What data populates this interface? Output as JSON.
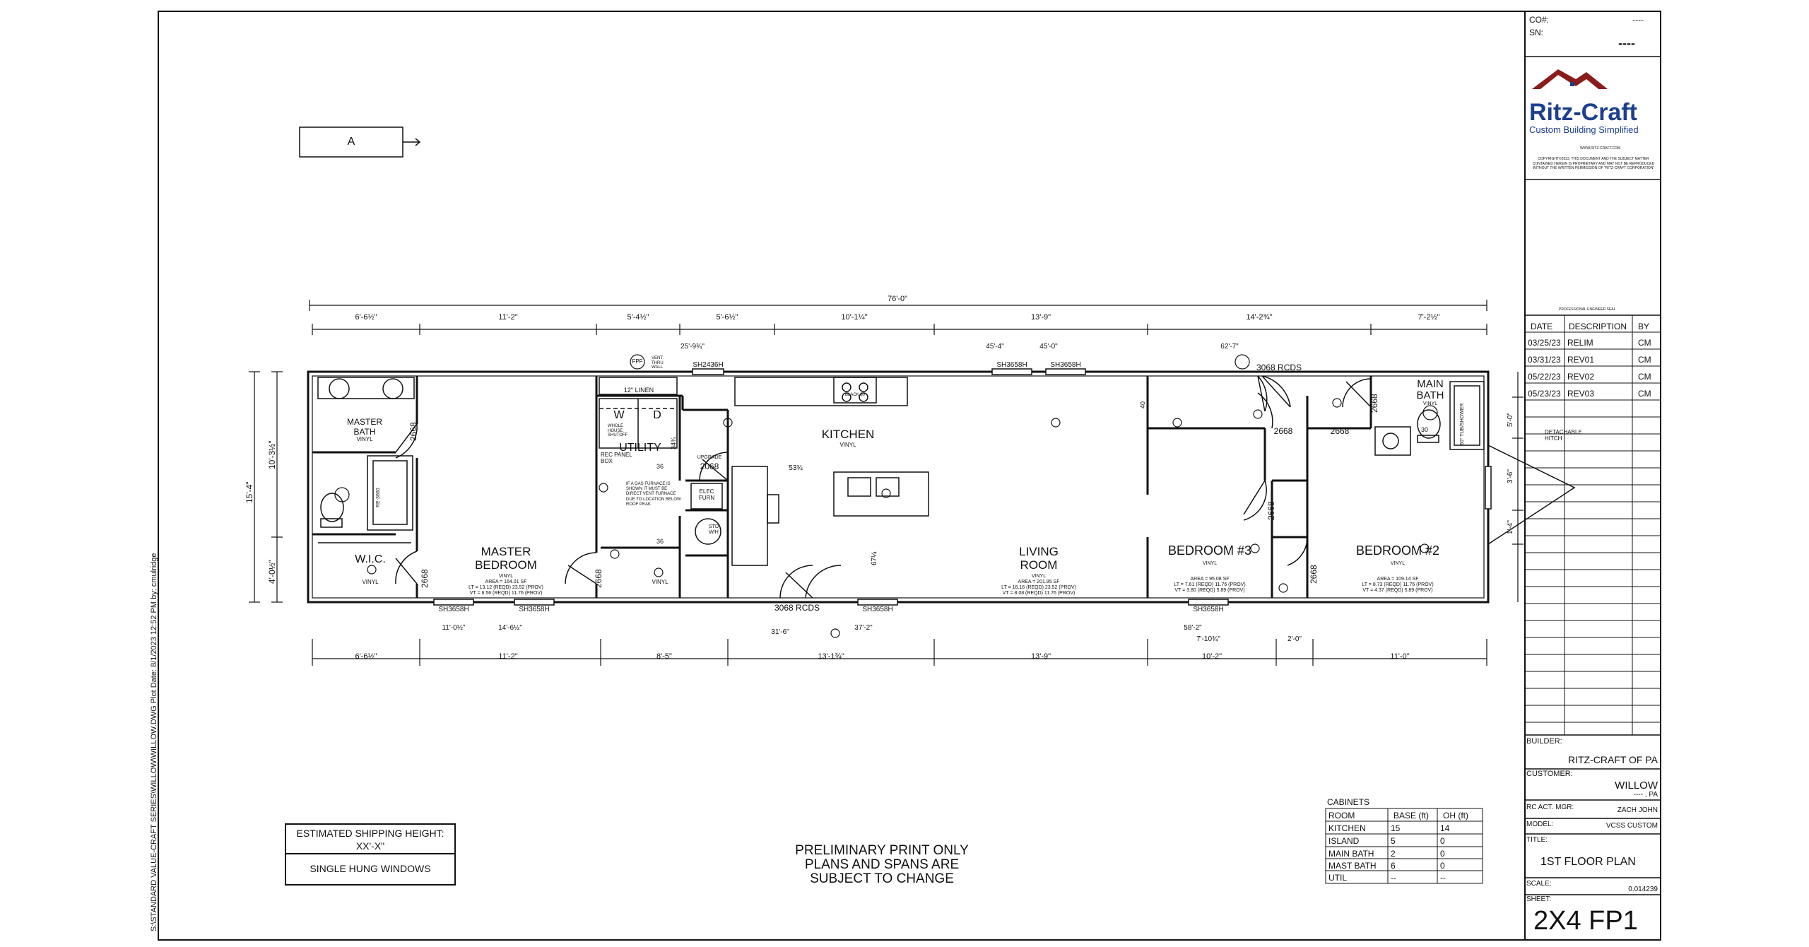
{
  "view_marker": "A",
  "overall_dimension": "76'-0\"",
  "top_dimensions": [
    "6'-6½\"",
    "11'-2\"",
    "5'-4½\"",
    "5'-6½\"",
    "10'-1¼\"",
    "13'-9\"",
    "14'-2¾\"",
    "7'-2½\""
  ],
  "bottom_dimensions": [
    "6'-6½\"",
    "11'-2\"",
    "8'-5\"",
    "13'-1¾\"",
    "13'-9\"",
    "10'-2\"",
    "11'-0\""
  ],
  "left_dimensions": {
    "total": "15'-4\"",
    "upper": "10'-3½\"",
    "lower": "4'-0½\""
  },
  "right_dimensions": [
    "5'-0\"",
    "3'-6\"",
    "1'-4\""
  ],
  "rooms": {
    "master_bath": {
      "name": "MASTER BATH",
      "floor": "VINYL"
    },
    "wic": {
      "name": "W.I.C.",
      "floor": "VINYL"
    },
    "master_bedroom": {
      "name": "MASTER BEDROOM",
      "floor": "VINYL",
      "area": "AREA = 164.01 SF",
      "lt": "LT = 13.12 (REQD) 23.52 (PROV)",
      "vt": "VT = 6.56 (REQD) 11.76 (PROV)"
    },
    "utility": {
      "name": "UTILITY",
      "floor": "VINYL",
      "linen": "12\" LINEN",
      "box": "REC PANEL BOX",
      "whole_house": "WHOLE HOUSE SHUTOFF",
      "note": "IF A GAS FURNACE IS SHOWN IT MUST BE DIRECT VENT FURNACE DUE TO LOCATION BELOW ROOF PEAK"
    },
    "kitchen": {
      "name": "KITCHEN",
      "floor": "VINYL"
    },
    "living_room": {
      "name": "LIVING ROOM",
      "floor": "VINYL",
      "area": "AREA = 201.95 SF",
      "lt": "LT = 16.16 (REQD) 23.52 (PROV)",
      "vt": "VT = 8.08 (REQD) 11.76 (PROV)"
    },
    "bedroom3": {
      "name": "BEDROOM #3",
      "floor": "VINYL",
      "area": "AREA = 95.08 SF",
      "lt": "LT = 7.61 (REQD) 11.76 (PROV)",
      "vt": "VT = 3.80 (REQD) 5.89 (PROV)"
    },
    "bedroom2": {
      "name": "BEDROOM #2",
      "floor": "VINYL",
      "area": "AREA = 109.14 SF",
      "lt": "LT = 8.73 (REQD) 11.76 (PROV)",
      "vt": "VT = 4.37 (REQD) 5.89 (PROV)"
    },
    "main_bath": {
      "name": "MAIN BATH",
      "floor": "VINYL"
    }
  },
  "annotations": {
    "fpf": "FPF",
    "vent": "VENT THRU WALL",
    "kitchen_window": "SH2436H",
    "living_windows": [
      "SH3658H",
      "SH3658H"
    ],
    "window_offsets_top": [
      "25'-9¾\"",
      "45'-4\"",
      "45'-0\"",
      "62'-7\""
    ],
    "front_door": "3068 RCDS",
    "rear_door": "3068 RCDS",
    "bottom_windows": [
      "SH3658H",
      "SH3658H",
      "SH3658H",
      "SH3658H"
    ],
    "bottom_offsets": [
      "11'-0½\"",
      "14'-6½\"",
      "31'-6\"",
      "37'-2\"",
      "58'-2\"",
      "7'-10¾\"",
      "2'-0\""
    ],
    "door_2668": "2668",
    "door_2068": "2068",
    "elec_furn": "ELEC FURN",
    "upgrade": "UPGRADE",
    "std_wh": "STD W/H",
    "dim_36": "36",
    "dim_40": "40",
    "dim_53": "53¾",
    "dim_67": "67¼",
    "dim_34": "34¾",
    "dim_30": "30",
    "hitch": "DETACHABLE HITCH",
    "re_3660": "RE-3660",
    "tub": "60\" TUB/SHOWER",
    "washer": "W",
    "dryer": "D",
    "black": "BLACK 30"
  },
  "left_vertical_text": "S:\\STANDARD VALUE-CRAFT SERIES\\WILLOW\\WILLOW.DWG  Plot Date: 8/1/2023 12:52 PM  by: cmulridge",
  "notes": {
    "shipping_label": "ESTIMATED SHIPPING HEIGHT:",
    "shipping_value": "XX'-X\"",
    "windows": "SINGLE HUNG WINDOWS",
    "preliminary": [
      "PRELIMINARY PRINT ONLY",
      "PLANS AND SPANS ARE",
      "SUBJECT TO CHANGE"
    ]
  },
  "cabinets": {
    "title": "CABINETS",
    "headers": [
      "ROOM",
      "BASE (ft)",
      "OH (ft)"
    ],
    "rows": [
      [
        "KITCHEN",
        "15",
        "14"
      ],
      [
        "ISLAND",
        "5",
        "0"
      ],
      [
        "MAIN BATH",
        "2",
        "0"
      ],
      [
        "MAST BATH",
        "6",
        "0"
      ],
      [
        "UTIL",
        "--",
        "--"
      ]
    ]
  },
  "title_block": {
    "co_label": "CO#:",
    "co_value": "----",
    "sn_label": "SN:",
    "sn_value": "----",
    "logo_name": "Ritz-Craft",
    "logo_tagline": "Custom Building Simplified",
    "logo_url": "WWW.RITZ-CRAFT.COM",
    "copyright": "COPYRIGHT©2023. THIS DOCUMENT AND THE SUBJECT MATTER CONTAINED HEREIN IS PROPRIETARY AND MAY NOT BE REPRODUCED WITHOUT THE WRITTEN PERMISSION OF \"RITZ-CRAFT CORPORATION\"",
    "seal_label": "PROFESSIONAL ENGINEER SEAL",
    "rev_headers": [
      "DATE",
      "DESCRIPTION",
      "BY"
    ],
    "revisions": [
      [
        "03/25/23",
        "RELIM",
        "CM"
      ],
      [
        "03/31/23",
        "REV01",
        "CM"
      ],
      [
        "05/22/23",
        "REV02",
        "CM"
      ],
      [
        "05/23/23",
        "REV03",
        "CM"
      ]
    ],
    "builder_label": "BUILDER:",
    "builder": "RITZ-CRAFT OF PA",
    "customer_label": "CUSTOMER:",
    "customer": "WILLOW",
    "customer_loc": "---- , PA",
    "mgr_label": "RC ACT. MGR:",
    "mgr": "ZACH JOHN",
    "model_label": "MODEL:",
    "model": "VCSS CUSTOM",
    "title_label": "TITLE:",
    "title": "1ST FLOOR PLAN",
    "scale_label": "SCALE:",
    "scale": "0.014239",
    "sheet_label": "SHEET:",
    "sheet": "2X4 FP1"
  },
  "colors": {
    "line": "#111111",
    "logo_blue": "#1d3f8f",
    "logo_red": "#8b1c1c"
  }
}
